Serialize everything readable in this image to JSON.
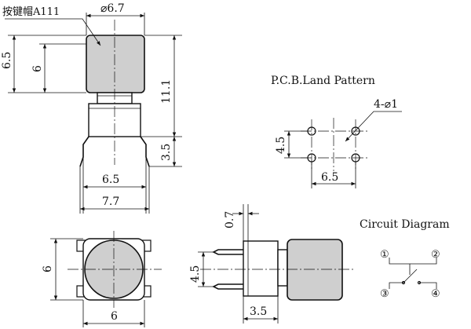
{
  "front_view": {
    "cap_label": "按键帽A111",
    "cap_diameter": "⌀6.7",
    "height_total": "11.1",
    "height_6_5": "6.5",
    "height_6": "6",
    "leg_length": "3.5",
    "pin_span": "6.5",
    "body_width": "7.7"
  },
  "land_pattern": {
    "title": "P.C.B.Land Pattern",
    "hole_note": "4-⌀1",
    "pitch_v": "4.5",
    "pitch_h": "6.5"
  },
  "side_view": {
    "offset": "0.7",
    "pin_pitch": "4.5",
    "leg_length": "3.5"
  },
  "top_view": {
    "width": "6",
    "height": "6"
  },
  "circuit": {
    "title": "Circuit Diagram",
    "pins": [
      "①",
      "②",
      "③",
      "④"
    ]
  }
}
